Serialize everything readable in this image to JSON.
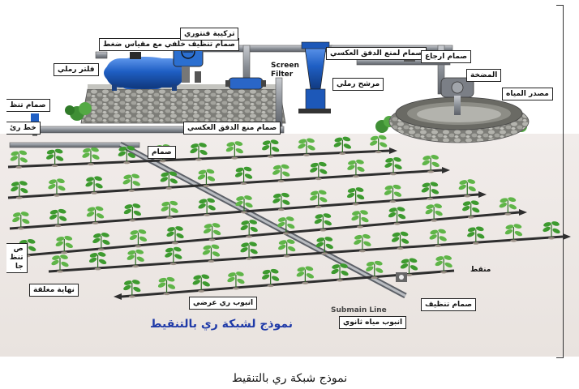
{
  "labels": {
    "cleaning_valve_gauge": "صمام تنظيف خلفي مع مقياس ضغط",
    "venturi": "تركيبة فنتوري",
    "sand_filter": "فلتر رملي",
    "screen_filter": "Screen Filter",
    "backflow_valve_top": "صمام لمنع الدفق العكسي",
    "return_valve": "صمام ارجاع",
    "pump": "المضخة",
    "water_source": "مصدر المياه",
    "sand_trap": "مرشح رملي",
    "backflow_valve_bottom": "صمام منع الدفق العكسي",
    "valve": "صمام",
    "left_valve": "صمام تنظ",
    "left_line": "خط رئ",
    "left_side_1": "ص",
    "left_side_2": "تنظ",
    "left_side_3": "جا",
    "closed_end": "نهاية مغلقة",
    "lateral_pipe": "انبوب ري عرضي",
    "dripper": "منقط",
    "flush_valve": "صمام تنظيف",
    "secondary_pipe": "انبوب مياه ثانوي",
    "submain_line": "Submain Line"
  },
  "diagram_title": "نموذج لشبكة ري بالتنقيط",
  "caption": "نموذج شبكة ري بالتنقيط",
  "colors": {
    "tank_blue": "#1f5fc4",
    "pipe_gray": "#8a8f96",
    "stone_gray": "#9b9b96",
    "leaf_green": "#3d9a2f",
    "title_blue": "#1f3aa8"
  }
}
